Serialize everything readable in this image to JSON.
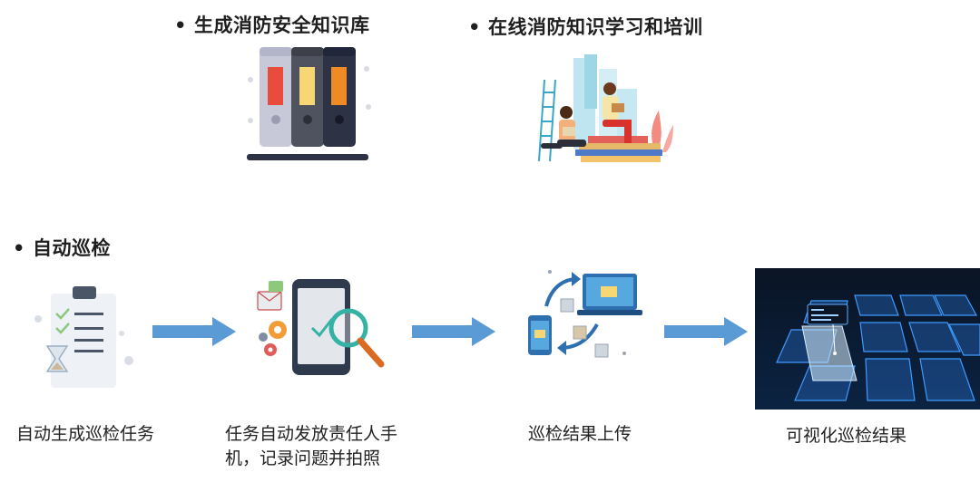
{
  "sections": {
    "knowledge_base": {
      "bullet": "•",
      "title": "生成消防安全知识库"
    },
    "online_training": {
      "bullet": "•",
      "title": "在线消防知识学习和培训"
    },
    "auto_inspection": {
      "bullet": "•",
      "title": "自动巡检"
    }
  },
  "steps": [
    {
      "label": "自动生成巡检任务",
      "icon": "clipboard-checklist-icon"
    },
    {
      "label": "任务自动发放责任人手机，记录问题并拍照",
      "icon": "phone-magnifier-icon"
    },
    {
      "label": "巡检结果上传",
      "icon": "upload-sync-icon"
    },
    {
      "label": "可视化巡检结果",
      "icon": "3d-visualization-icon"
    }
  ],
  "colors": {
    "arrow": "#5b9bd5",
    "binder_red": "#e74c3c",
    "binder_yellow": "#f7d774",
    "binder_orange": "#f08a24",
    "dark_panel": "#0b1a2e"
  }
}
